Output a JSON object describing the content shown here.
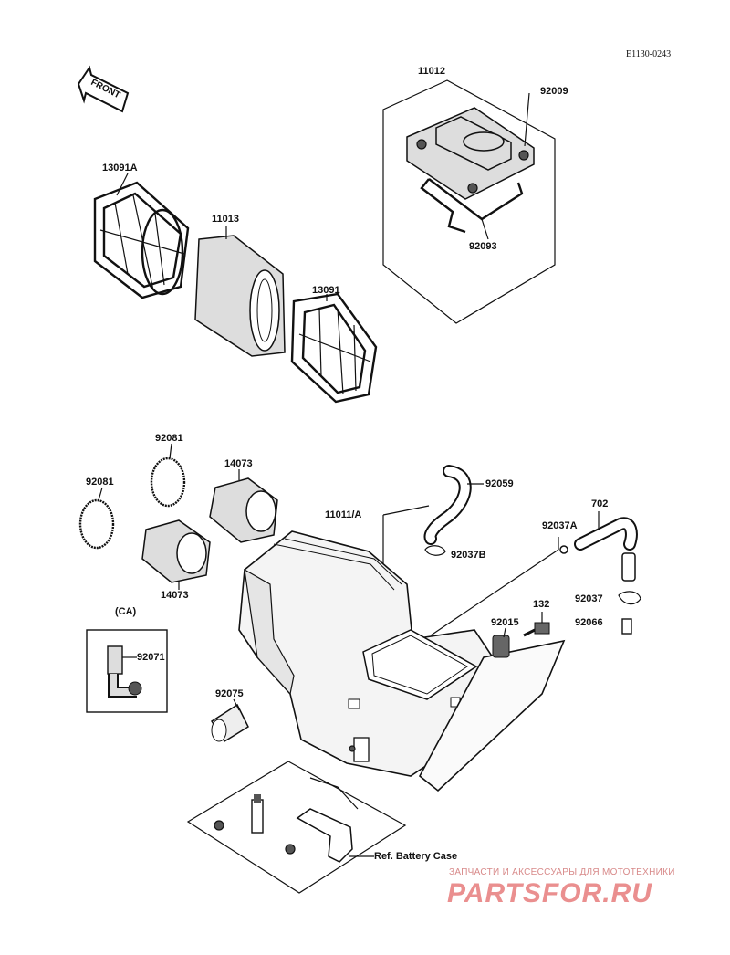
{
  "diagram_code": "E1130-0243",
  "front_label": "FRONT",
  "parts": {
    "p11012": "11012",
    "p92009": "92009",
    "p92093": "92093",
    "p13091A": "13091A",
    "p11013": "11013",
    "p13091": "13091",
    "p92081a": "92081",
    "p92081b": "92081",
    "p14073a": "14073",
    "p14073b": "14073",
    "p11011A": "11011/A",
    "p92059": "92059",
    "p702": "702",
    "p92037A": "92037A",
    "p92037B": "92037B",
    "p92037": "92037",
    "p92066": "92066",
    "p132": "132",
    "p92015": "92015",
    "pCA": "(CA)",
    "p92071": "92071",
    "p92075": "92075",
    "refBattery": "Ref. Battery Case"
  },
  "watermark": {
    "caption": "ЗАПЧАСТИ И АКСЕССУАРЫ ДЛЯ МОТОТЕХНИКИ",
    "logo": "PARTSFOR.RU"
  }
}
